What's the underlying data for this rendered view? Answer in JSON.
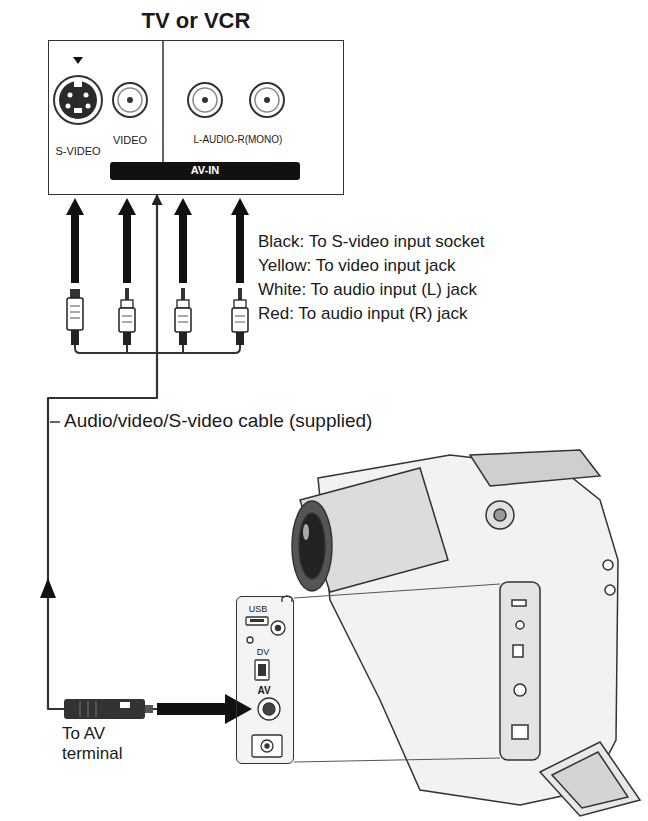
{
  "diagram": {
    "nodes": [
      {
        "text": [
          "TV or VCR",
          "S-VIDEO",
          "VIDEO",
          "L-AUDIO-R(MONO)",
          "AV-IN"
        ]
      },
      {
        "text": [
          "USB",
          "DV",
          "AV"
        ]
      }
    ],
    "edges": [
      {
        "from": 1,
        "to": 0,
        "arrow": "to",
        "label": "Audio/video/S-video cable (supplied)"
      }
    ],
    "labels": [
      "Black: To S-video input socket",
      "Yellow: To video input jack",
      "White: To audio input (L) jack",
      "Red: To audio input (R) jack",
      "To AV terminal"
    ]
  }
}
